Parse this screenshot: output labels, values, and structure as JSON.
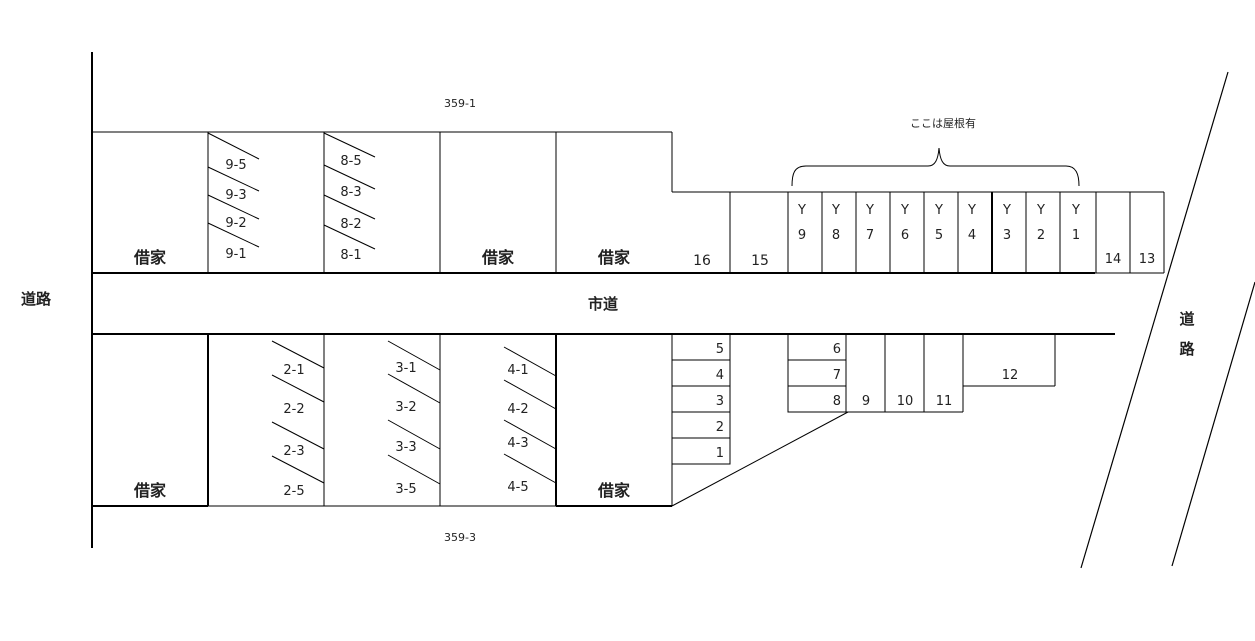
{
  "labels": {
    "road_left": "道路",
    "road_right_1": "道",
    "road_right_2": "路",
    "city_road": "市道",
    "lot_top": "359-1",
    "lot_bottom": "359-3",
    "roof_note": "ここは屋根有",
    "house": "借家"
  },
  "block9": [
    "9-5",
    "9-3",
    "9-2",
    "9-1"
  ],
  "block8": [
    "8-5",
    "8-3",
    "8-2",
    "8-1"
  ],
  "block2": [
    "2-1",
    "2-2",
    "2-3",
    "2-5"
  ],
  "block3": [
    "3-1",
    "3-2",
    "3-3",
    "3-5"
  ],
  "block4": [
    "4-1",
    "4-2",
    "4-3",
    "4-5"
  ],
  "top_spaces": [
    "16",
    "15"
  ],
  "y_letter": "Y",
  "y_spaces": [
    "9",
    "8",
    "7",
    "6",
    "5",
    "4",
    "3",
    "2",
    "1"
  ],
  "right_spaces": [
    "14",
    "13"
  ],
  "stack_left": [
    "5",
    "4",
    "3",
    "2",
    "1"
  ],
  "stack_mid": [
    "6",
    "7",
    "8"
  ],
  "row_spaces": [
    "9",
    "10",
    "11"
  ],
  "space_12": "12"
}
